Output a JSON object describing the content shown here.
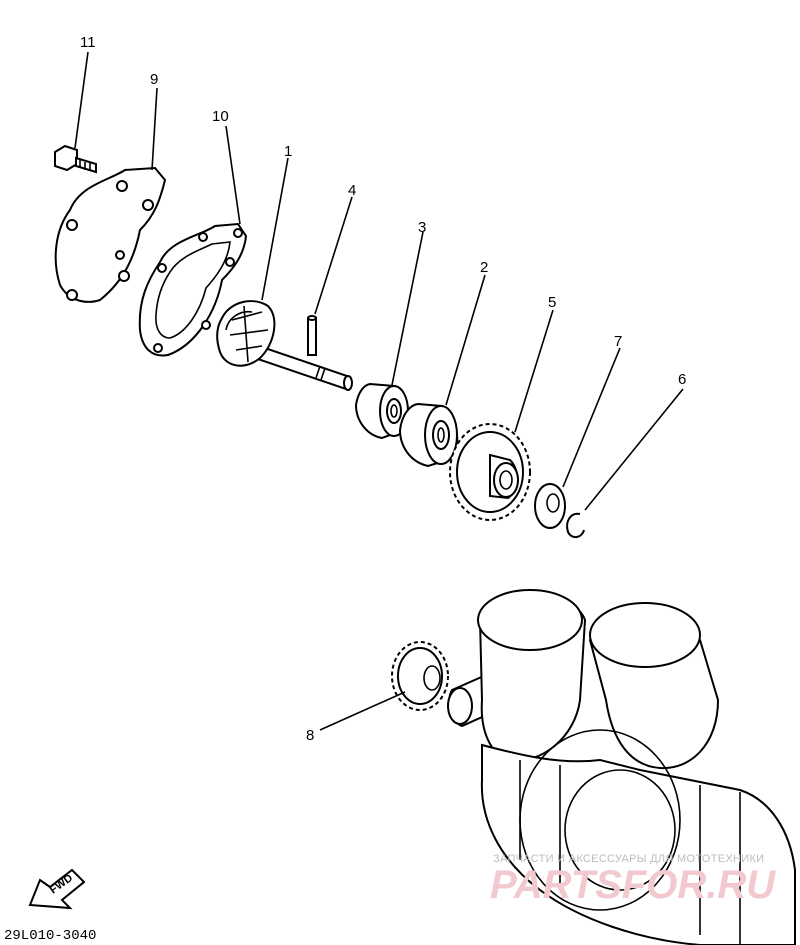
{
  "callouts": {
    "c1": "1",
    "c2": "2",
    "c3": "3",
    "c4": "4",
    "c5": "5",
    "c6": "6",
    "c7": "7",
    "c8": "8",
    "c9": "9",
    "c10": "10",
    "c11": "11"
  },
  "fwd_label": "FWD",
  "drawing_code": "29L010-3040",
  "watermark": {
    "tagline": "ЗАПЧАСТИ И АКСЕССУАРЫ ДЛЯ МОТОТЕХНИКИ",
    "brand": "PARTSFOR.RU"
  },
  "colors": {
    "line": "#000000",
    "watermark_brand": "#f2c9cf",
    "watermark_tagline": "#bdbdbd"
  }
}
